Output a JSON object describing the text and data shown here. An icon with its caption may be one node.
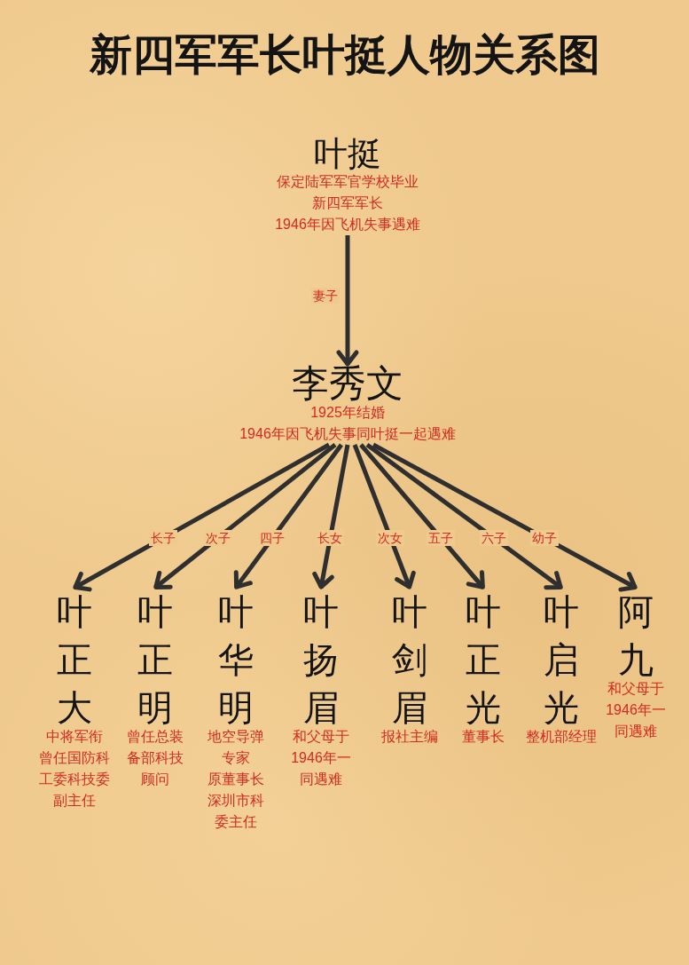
{
  "diagram": {
    "title": "新四军军长叶挺人物关系图",
    "nodes": [
      {
        "text": [
          "叶挺",
          "保定陆军军官学校毕业",
          "新四军军长",
          "1946年因飞机失事遇难"
        ]
      },
      {
        "text": [
          "李秀文",
          "1925年结婚",
          "1946年因飞机失事同叶挺一起遇难"
        ]
      },
      {
        "text": [
          "叶正大",
          "中将军衔",
          "曾任国防科工委科技委副主任"
        ]
      },
      {
        "text": [
          "叶正明",
          "曾任总装备部科技顾问"
        ]
      },
      {
        "text": [
          "叶华明",
          "地空导弹专家",
          "原董事长",
          "深圳市科委主任"
        ]
      },
      {
        "text": [
          "叶扬眉",
          "和父母于1946年一同遇难"
        ]
      },
      {
        "text": [
          "叶剑眉",
          "报社主编"
        ]
      },
      {
        "text": [
          "叶正光",
          "董事长"
        ]
      },
      {
        "text": [
          "叶启光",
          "整机部经理"
        ]
      },
      {
        "text": [
          "阿九",
          "和父母于1946年一同遇难"
        ]
      }
    ],
    "edges": [
      {
        "from": 0,
        "to": 1,
        "arrow": "to",
        "label": "妻子"
      },
      {
        "from": 1,
        "to": 2,
        "arrow": "to",
        "label": "长子"
      },
      {
        "from": 1,
        "to": 3,
        "arrow": "to",
        "label": "次子"
      },
      {
        "from": 1,
        "to": 4,
        "arrow": "to",
        "label": "四子"
      },
      {
        "from": 1,
        "to": 5,
        "arrow": "to",
        "label": "长女"
      },
      {
        "from": 1,
        "to": 6,
        "arrow": "to",
        "label": "次女"
      },
      {
        "from": 1,
        "to": 7,
        "arrow": "to",
        "label": "五子"
      },
      {
        "from": 1,
        "to": 8,
        "arrow": "to",
        "label": "六子"
      },
      {
        "from": 1,
        "to": 9,
        "arrow": "to",
        "label": "幼子"
      }
    ]
  }
}
